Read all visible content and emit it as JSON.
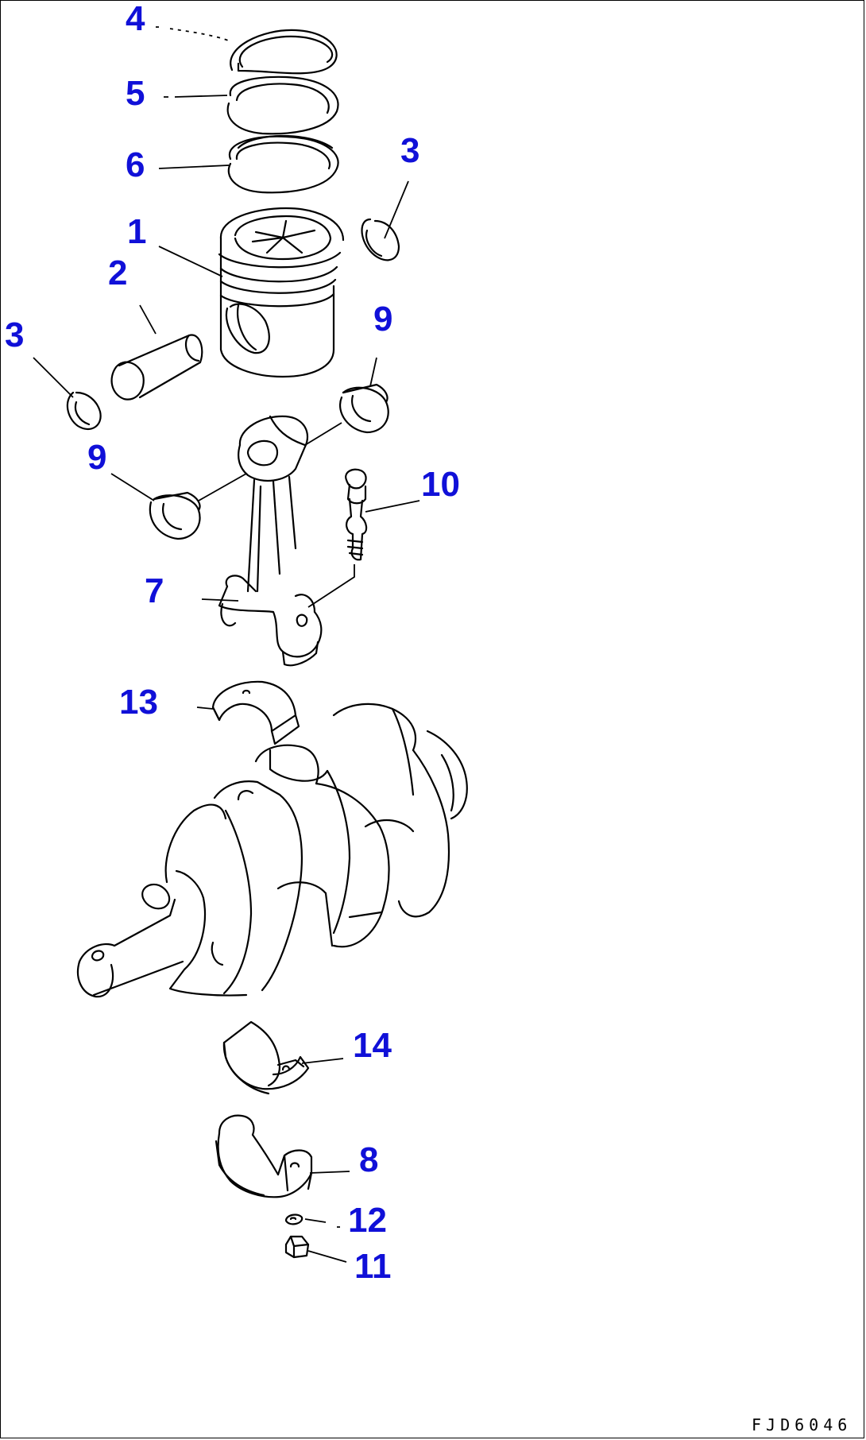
{
  "colors": {
    "label": "#1010d8",
    "line": "#000000",
    "background": "#ffffff"
  },
  "labels": {
    "ring_top": "4",
    "ring_second": "5",
    "ring_oil": "6",
    "snap_ring_right": "3",
    "piston": "1",
    "piston_pin": "2",
    "snap_ring_left": "3",
    "bushing_right": "9",
    "bushing_left": "9",
    "bolt": "10",
    "connecting_rod": "7",
    "bearing_upper": "13",
    "bearing_lower": "14",
    "cap": "8",
    "washer": "12",
    "nut": "11"
  },
  "drawing_code": "FJD6046"
}
